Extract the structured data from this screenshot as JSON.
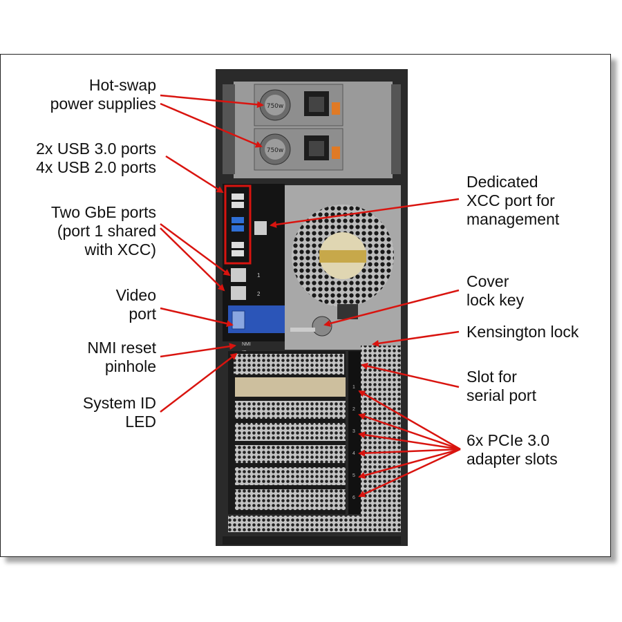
{
  "labels": {
    "psu": [
      "Hot-swap",
      "power supplies"
    ],
    "usb": [
      "2x USB 3.0 ports",
      "4x USB 2.0 ports"
    ],
    "gbe": [
      "Two GbE ports",
      "(port 1 shared",
      "with XCC)"
    ],
    "video": [
      "Video",
      "port"
    ],
    "nmi": [
      "NMI reset",
      "pinhole"
    ],
    "sysid": [
      "System ID",
      "LED"
    ],
    "xcc": [
      "Dedicated",
      "XCC port for",
      "management"
    ],
    "cover": [
      "Cover",
      "lock key"
    ],
    "kensington": [
      "Kensington lock"
    ],
    "serial": [
      "Slot for",
      "serial port"
    ],
    "pcie": [
      "6x PCIe 3.0",
      "adapter slots"
    ]
  },
  "hardware_text": {
    "psu_rating": "750w",
    "nmi_mark": "NMI",
    "id_mark": "ID",
    "port1": "1",
    "port2": "2"
  },
  "slot_numbers": [
    "1",
    "2",
    "3",
    "4",
    "5",
    "6"
  ],
  "colors": {
    "arrow": "#d9140f",
    "chassis": "#2a2a2a",
    "video_panel": "#2b55b8",
    "usb3": "#2f6fd6"
  }
}
